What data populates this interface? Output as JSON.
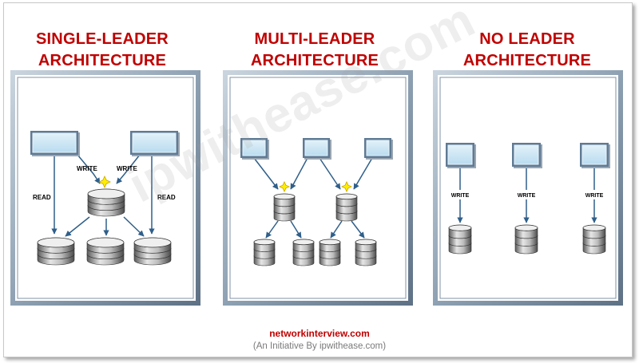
{
  "columns": [
    {
      "title_line1": "SINGLE-LEADER",
      "title_line2": "ARCHITECTURE"
    },
    {
      "title_line1": "MULTI-LEADER",
      "title_line2": "ARCHITECTURE"
    },
    {
      "title_line1": "NO LEADER",
      "title_line2": "ARCHITECTURE"
    }
  ],
  "labels": {
    "write": "WRITE",
    "read": "READ"
  },
  "watermark": "ipwithease.com",
  "footer": {
    "site": "networkinterview.com",
    "tagline": "(An Initiative By ipwithease.com)"
  },
  "colors": {
    "title": "#c00000",
    "client_fill": "#c7e3f2",
    "panel_border": "#7f93a6",
    "arrow": "#2f5f8a",
    "leader_star": "#ffee00"
  },
  "icons": {
    "client": "client-node-icon",
    "database": "database-icon",
    "leader": "leader-star-icon"
  }
}
